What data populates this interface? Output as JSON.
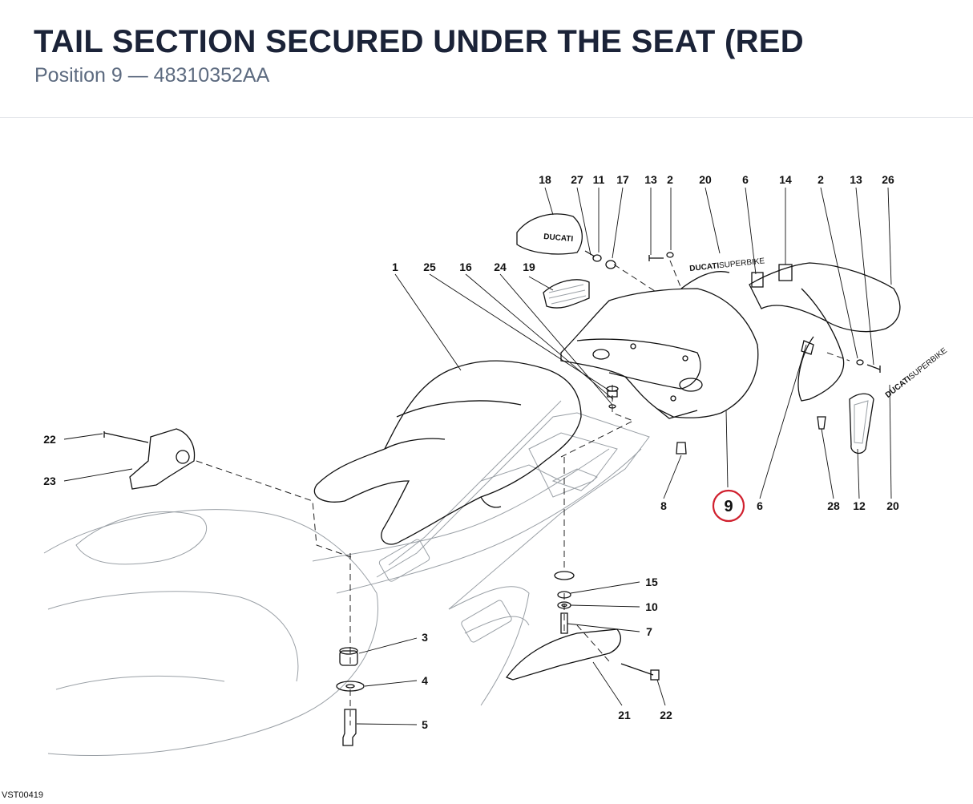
{
  "header": {
    "title": "TAIL SECTION SECURED UNDER THE SEAT (RED",
    "subtitle": "Position 9 — 48310352AA"
  },
  "footer": {
    "drawing_code": "VST00419"
  },
  "diagram": {
    "highlight": {
      "label": "9",
      "color": "#d0202e"
    },
    "brand_text": {
      "bold": "DUCATI",
      "thin": "SUPERBIKE"
    },
    "seat_cover_text": "DUCATI",
    "callouts": [
      "18",
      "27",
      "11",
      "17",
      "13",
      "2",
      "20",
      "6",
      "14",
      "2",
      "13",
      "26",
      "1",
      "25",
      "16",
      "24",
      "19",
      "22",
      "23",
      "8",
      "6",
      "28",
      "12",
      "20",
      "15",
      "10",
      "7",
      "3",
      "4",
      "5",
      "21",
      "22"
    ]
  }
}
